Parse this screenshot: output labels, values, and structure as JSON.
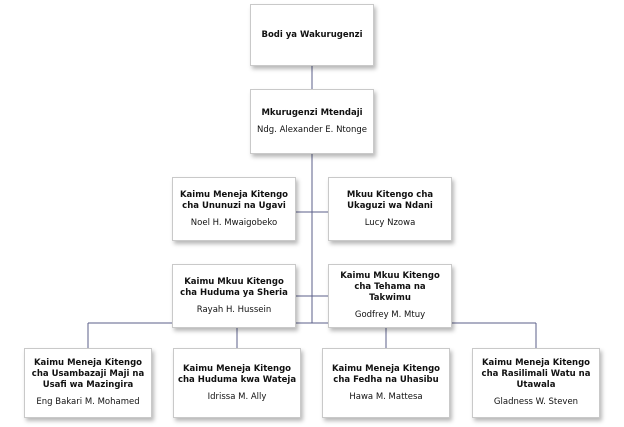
{
  "board": {
    "title": "Bodi ya Wakurugenzi"
  },
  "director": {
    "title": "Mkurugenzi Mtendaji",
    "name": "Ndg. Alexander E. Ntonge"
  },
  "staff_row1": [
    {
      "title": "Kaimu Meneja Kitengo cha Ununuzi na Ugavi",
      "name": "Noel H. Mwaigobeko"
    },
    {
      "title": "Mkuu Kitengo cha Ukaguzi wa Ndani",
      "name": "Lucy Nzowa"
    }
  ],
  "staff_row2": [
    {
      "title": "Kaimu  Mkuu Kitengo cha Huduma ya Sheria",
      "name": "Rayah H. Hussein"
    },
    {
      "title": "Kaimu Mkuu Kitengo cha Tehama na Takwimu",
      "name": "Godfrey M. Mtuy"
    }
  ],
  "departments": [
    {
      "title": "Kaimu Meneja Kitengo cha Usambazaji Maji na Usafi wa Mazingira",
      "name": "Eng Bakari M. Mohamed"
    },
    {
      "title": "Kaimu Meneja Kitengo cha Huduma kwa Wateja",
      "name": "Idrissa M. Ally"
    },
    {
      "title": "Kaimu Meneja Kitengo cha Fedha na Uhasibu",
      "name": "Hawa M. Mattesa"
    },
    {
      "title": "Kaimu Meneja Kitengo cha Rasilimali Watu na Utawala",
      "name": "Gladness W. Steven"
    }
  ],
  "colors": {
    "line": "#5b5f8a",
    "border": "#c9c9c9"
  }
}
